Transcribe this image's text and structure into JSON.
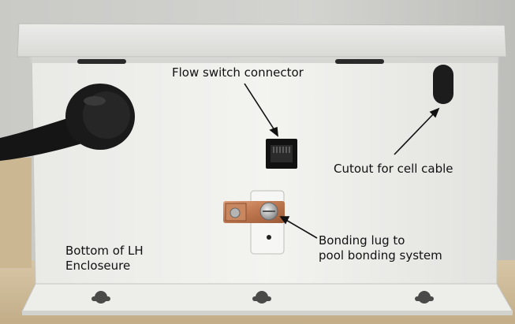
{
  "labels": {
    "flow_switch": "Flow switch connector",
    "cutout": "Cutout for cell cable",
    "bonding_line1": "Bonding lug to",
    "bonding_line2": "pool bonding system",
    "bottom_line1": "Bottom of LH",
    "bottom_line2": "Encloseure"
  },
  "colors": {
    "enclosure_white": "#f1f1ee",
    "lid_edge": "#dedfdc",
    "cable_black": "#161616",
    "copper_lug": "#c07a52",
    "wall_grey": "#cbcbc8",
    "shelf_wood": "#cdb996",
    "text": "#111111"
  }
}
